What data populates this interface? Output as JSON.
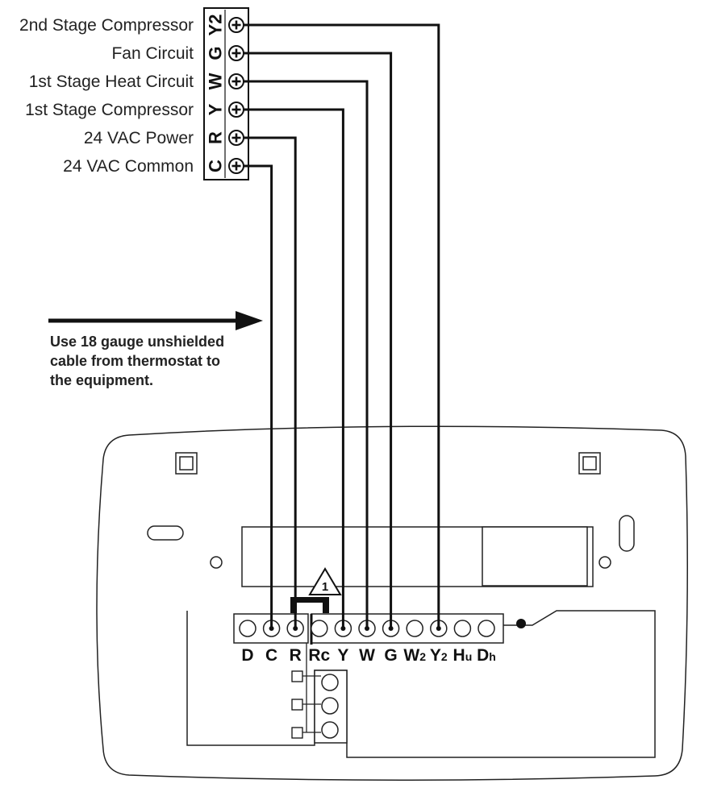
{
  "equipment_terminals": [
    {
      "letter": "Y2",
      "description": "2nd Stage Compressor"
    },
    {
      "letter": "G",
      "description": "Fan Circuit"
    },
    {
      "letter": "W",
      "description": "1st Stage Heat Circuit"
    },
    {
      "letter": "Y",
      "description": "1st Stage Compressor"
    },
    {
      "letter": "R",
      "description": "24 VAC Power"
    },
    {
      "letter": "C",
      "description": "24 VAC Common"
    }
  ],
  "note_lines": [
    "Use 18 gauge unshielded",
    "cable from thermostat to",
    "the equipment."
  ],
  "warning_symbol": "1",
  "thermostat_terminals": [
    {
      "main": "D",
      "sub": ""
    },
    {
      "main": "C",
      "sub": ""
    },
    {
      "main": "R",
      "sub": ""
    },
    {
      "main": "Rc",
      "sub": ""
    },
    {
      "main": "Y",
      "sub": ""
    },
    {
      "main": "W",
      "sub": ""
    },
    {
      "main": "G",
      "sub": ""
    },
    {
      "main": "W",
      "sub": "2"
    },
    {
      "main": "Y",
      "sub": "2"
    },
    {
      "main": "H",
      "sub": "u"
    },
    {
      "main": "D",
      "sub": "h"
    }
  ],
  "wiring": [
    {
      "from": "Y2",
      "to": "Y2"
    },
    {
      "from": "G",
      "to": "G"
    },
    {
      "from": "W",
      "to": "W"
    },
    {
      "from": "Y",
      "to": "Y"
    },
    {
      "from": "R",
      "to": "R"
    },
    {
      "from": "C",
      "to": "C"
    }
  ]
}
